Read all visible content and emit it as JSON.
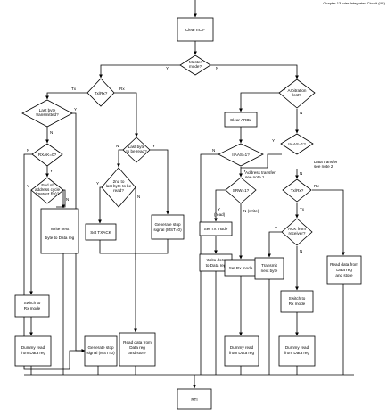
{
  "header": {
    "text": "Chapter 13 Inter-Integrated Circuit (IIC)"
  },
  "nodes": {
    "clear_iicif": "Clear IICIF",
    "master_mode": [
      "Master",
      "mode?"
    ],
    "tx_rx_left": "Tx/Rx?",
    "last_byte_transmitted": [
      "Last byte",
      "transmitted?"
    ],
    "rxak": "RXAK=0?",
    "end_of_addr_cycle": [
      "End of",
      "address cycle",
      "(master Rx)?"
    ],
    "write_next_byte": [
      "Write next",
      "byte to Data reg"
    ],
    "switch_rx_left": [
      "Switch to",
      "Rx mode"
    ],
    "dummy_read_left": [
      "Dummy read",
      "from Data reg"
    ],
    "generate_stop_left": [
      "Generate stop",
      "signal (MST=0)"
    ],
    "last_byte_to_read": [
      "Last byte",
      "to be read?"
    ],
    "second_last_byte": [
      "2nd to",
      "last byte to be",
      "read?"
    ],
    "set_txack": "Set TXACK",
    "generate_stop_mid": [
      "Generate stop",
      "signal (MST=0)"
    ],
    "read_data_store_mid": [
      "Read data from",
      "Data reg",
      "and store"
    ],
    "arbitration_lost": [
      "Arbitration",
      "lost?"
    ],
    "clear_arbl": "Clear ARBL",
    "iaas_left": "IIAAS=1?",
    "iaas_right": "IIAAS=1?",
    "srw": "SRW=1?",
    "set_tx_mode": "Set TX mode",
    "write_data": [
      "Write data",
      "to Data reg"
    ],
    "set_rx_mode": "Set Rx mode",
    "dummy_read_mid": [
      "Dummy read",
      "from Data reg"
    ],
    "tx_rx_right": "Tx/Rx?",
    "ack_from_receiver": [
      "ACK from",
      "receiver?"
    ],
    "transmit_next_byte": [
      "Transmit",
      "next byte"
    ],
    "switch_rx_right": [
      "Switch to",
      "Rx mode"
    ],
    "dummy_read_right": [
      "Dummy read",
      "from Data reg"
    ],
    "read_data_store_right": [
      "Read data from",
      "Data reg",
      "and store"
    ],
    "rti": "RTI"
  },
  "labels": {
    "y": "Y",
    "n": "N",
    "tx": "Tx",
    "rx": "Rx",
    "y_read": "(read)",
    "n_write": "N (write)",
    "addr_transfer": [
      "Address transfer",
      "see note 1"
    ],
    "data_transfer": [
      "Data transfer",
      "see note 2"
    ]
  }
}
